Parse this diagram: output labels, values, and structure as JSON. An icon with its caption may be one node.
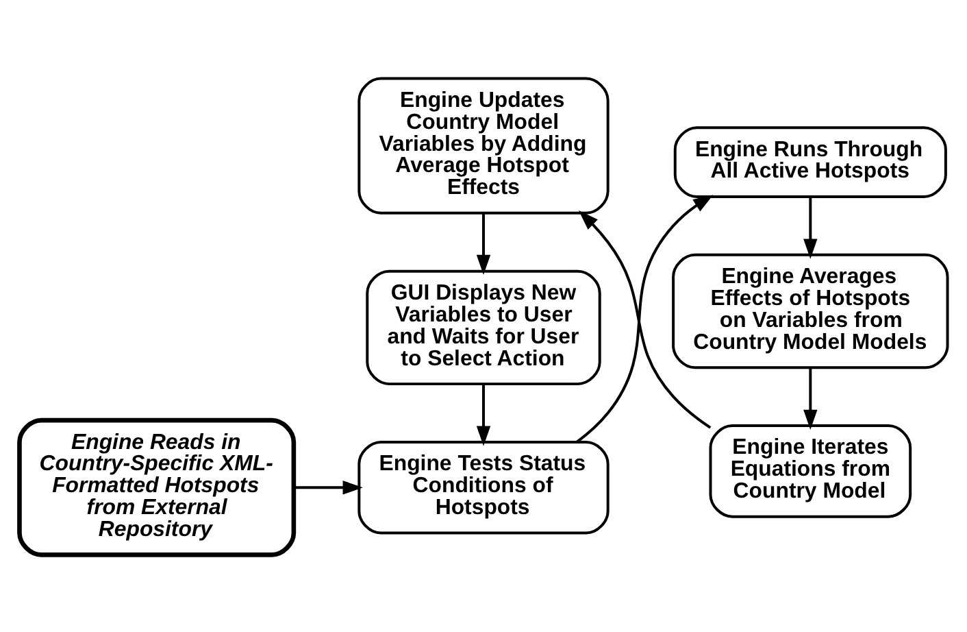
{
  "diagram": {
    "nodes": [
      {
        "text": [
          "Engine Reads in Country-Specific XML-Formatted Hotspots from External Repository"
        ]
      },
      {
        "text": [
          "Engine Tests Status Conditions of Hotspots"
        ]
      },
      {
        "text": [
          "Engine Runs Through All Active Hotspots"
        ]
      },
      {
        "text": [
          "Engine Averages Effects of Hotspots on Variables from Country Model Models"
        ]
      },
      {
        "text": [
          "Engine Iterates Equations from Country Model"
        ]
      },
      {
        "text": [
          "Engine Updates Country Model Variables by Adding Average Hotspot Effects"
        ]
      },
      {
        "text": [
          "GUI Displays New Variables to User and Waits for User to Select Action"
        ]
      }
    ],
    "edges": [
      {
        "from": 0,
        "to": 1,
        "arrow": "to"
      },
      {
        "from": 1,
        "to": 2,
        "arrow": "to"
      },
      {
        "from": 2,
        "to": 3,
        "arrow": "to"
      },
      {
        "from": 3,
        "to": 4,
        "arrow": "to"
      },
      {
        "from": 4,
        "to": 5,
        "arrow": "to"
      },
      {
        "from": 5,
        "to": 6,
        "arrow": "to"
      },
      {
        "from": 6,
        "to": 1,
        "arrow": "to"
      }
    ]
  }
}
